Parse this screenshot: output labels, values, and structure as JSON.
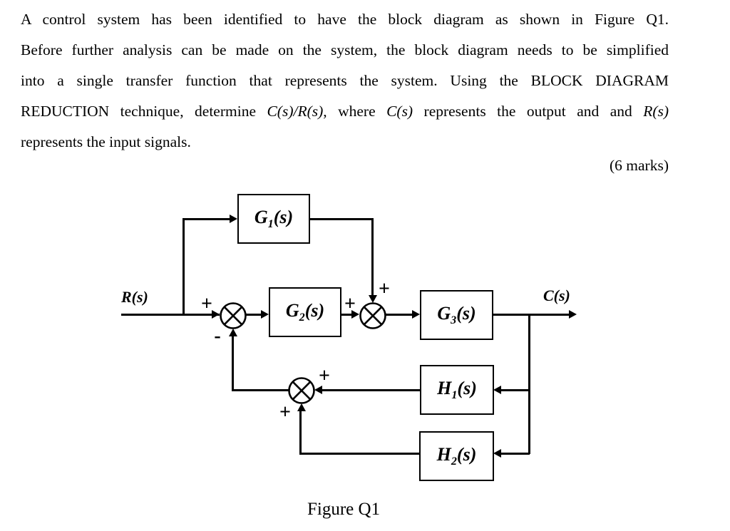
{
  "document": {
    "lines": [
      [
        {
          "text": "A control system has been identified to have the block diagram as shown in Figure Q1."
        }
      ],
      [
        {
          "text": "Before further analysis can be made on the system, the block diagram needs to be simplified"
        }
      ],
      [
        {
          "text": "into a single transfer function that represents the system. Using the BLOCK DIAGRAM"
        }
      ],
      [
        {
          "text": "REDUCTION technique, determine "
        },
        {
          "text": "C(s)/R(s)",
          "italic": true
        },
        {
          "text": ", where "
        },
        {
          "text": "C(s)",
          "italic": true
        },
        {
          "text": " represents the output and and "
        },
        {
          "text": "R(s)",
          "italic": true
        }
      ],
      [
        {
          "text": "represents the input signals."
        }
      ]
    ],
    "marks": "(6 marks)",
    "figure_caption": "Figure Q1"
  },
  "diagram": {
    "input_label": "R(s)",
    "output_label": "C(s)",
    "blocks": {
      "g1": {
        "main": "G",
        "sub": "1",
        "suffix": "(s)"
      },
      "g2": {
        "main": "G",
        "sub": "2",
        "suffix": "(s)"
      },
      "g3": {
        "main": "G",
        "sub": "3",
        "suffix": "(s)"
      },
      "h1": {
        "main": "H",
        "sub": "1",
        "suffix": "(s)"
      },
      "h2": {
        "main": "H",
        "sub": "2",
        "suffix": "(s)"
      }
    },
    "signs": {
      "sum1_input": "+",
      "sum1_feedback": "-",
      "sum2_input": "+",
      "sum2_g1": "+",
      "sum3_h1": "+",
      "sum3_h2": "+"
    },
    "colors": {
      "ink": "#000000",
      "background": "#ffffff"
    }
  }
}
